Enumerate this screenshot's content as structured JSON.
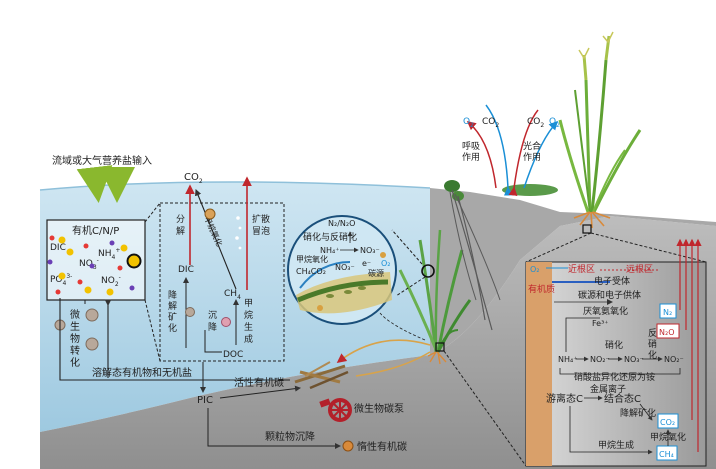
{
  "inputs": {
    "watershed_input": "流域或大气营养盐输入"
  },
  "gases": {
    "co2": "CO",
    "co2_sub": "2",
    "o2": "O",
    "o2_sub": "2"
  },
  "plant_top": {
    "respiration_1": "呼吸",
    "respiration_2": "作用",
    "photosynthesis_1": "光合",
    "photosynthesis_2": "作用"
  },
  "water_column": {
    "organic_cnp": "有机C/N/P",
    "dic": "DIC",
    "nh4": "NH",
    "no3": "NO",
    "po4": "PO",
    "no2": "NO",
    "microbial_1": "微",
    "microbial_2": "生",
    "microbial_3": "物",
    "microbial_4": "转",
    "microbial_5": "化",
    "dissolved_label": "溶解态有机物和无机盐"
  },
  "carbon_cycle": {
    "decompose_1": "分",
    "decompose_2": "解",
    "methane_ox": "甲烷氧化",
    "diffusion_1": "扩散",
    "diffusion_2": "冒泡",
    "dic": "DIC",
    "ch4": "CH",
    "doc": "DOC",
    "degrade_1": "降",
    "degrade_2": "解",
    "degrade_3": "矿",
    "degrade_4": "化",
    "settle_1": "沉",
    "settle_2": "降",
    "methanogen_1": "甲",
    "methanogen_2": "烷",
    "methanogen_3": "生",
    "methanogen_4": "成"
  },
  "circle_zoom": {
    "n2_n2o": "N₂/N₂O",
    "nitrif": "硝化与反硝化",
    "nh4": "NH₄⁺",
    "no3": "NO₃⁻",
    "no3b": "NO₃⁻",
    "e": "e⁻",
    "methane_ox": "甲烷氧化",
    "ch4co2": "CH₄CO₂",
    "carbon_source": "碳源",
    "o2": "O₂"
  },
  "sediment": {
    "active_c": "活性有机碳",
    "pic": "PIC",
    "microbial_pump": "微生物碳泵",
    "particle_settle": "颗粒物沉降",
    "inert_c": "惰性有机碳"
  },
  "rhizosphere": {
    "o2": "O₂",
    "near_root": "近根区",
    "far_root": "远根区",
    "organic_matter": "有机质",
    "electron_acceptor": "电子受体",
    "carbon_supply": "碳源和电子供体",
    "anammox": "厌氧氨氧化",
    "fe": "Fe³⁺",
    "n2": "N₂",
    "n2o": "N₂O",
    "nitrification": "硝化",
    "denitr_1": "反",
    "denitr_2": "硝",
    "denitr_3": "化",
    "nh4": "NH₄⁺",
    "no2": "NO₂⁻",
    "no3": "NO₃⁻",
    "no2b": "NO₂⁻",
    "dnra": "硝酸盐异化还原为铵",
    "metal_ion": "金属离子",
    "free_c": "游离态C",
    "bound_c": "结合态C",
    "degrade": "降解矿化",
    "co2": "CO₂",
    "methane_ox": "甲烷氧化",
    "methanogen": "甲烷生成",
    "ch4": "CH₄"
  }
}
